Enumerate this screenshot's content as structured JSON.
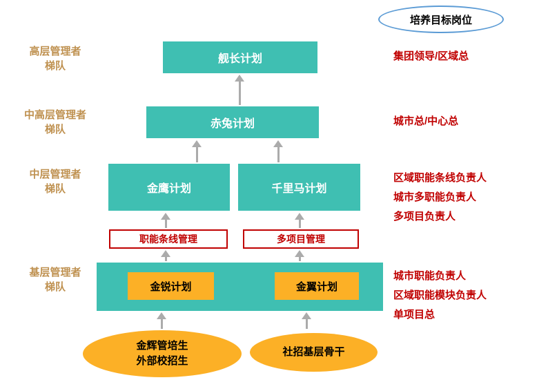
{
  "legend": {
    "title": "培养目标岗位"
  },
  "tiers": [
    {
      "left_label": "高层管理者\n梯队",
      "right_label": "集团领导/区域总"
    },
    {
      "left_label": "中高层管理者\n梯队",
      "right_label": "城市总/中心总"
    },
    {
      "left_label": "中层管理者\n梯队",
      "right_label": "区域职能条线负责人\n城市多职能负责人\n多项目负责人"
    },
    {
      "left_label": "基层管理者\n梯队",
      "right_label": "城市职能负责人\n区域职能模块负责人\n单项目总"
    }
  ],
  "plans": {
    "captain": "舰长计划",
    "chitu": "赤兔计划",
    "golden_eagle": "金鹰计划",
    "qianlima": "千里马计划",
    "jinrui": "金锐计划",
    "jinyi": "金翼计划"
  },
  "tracks": {
    "functional_line": "职能条线管理",
    "multi_project": "多项目管理"
  },
  "sources": [
    {
      "label": "金辉管培生\n外部校招生"
    },
    {
      "label": "社招基层骨干"
    }
  ],
  "colors": {
    "teal": "#3FBFB2",
    "orange": "#FCB026",
    "red_text": "#C00000",
    "gold_text": "#BF9150",
    "arrow_gray": "#ABABAB",
    "oval_border": "#5B9BD5"
  }
}
